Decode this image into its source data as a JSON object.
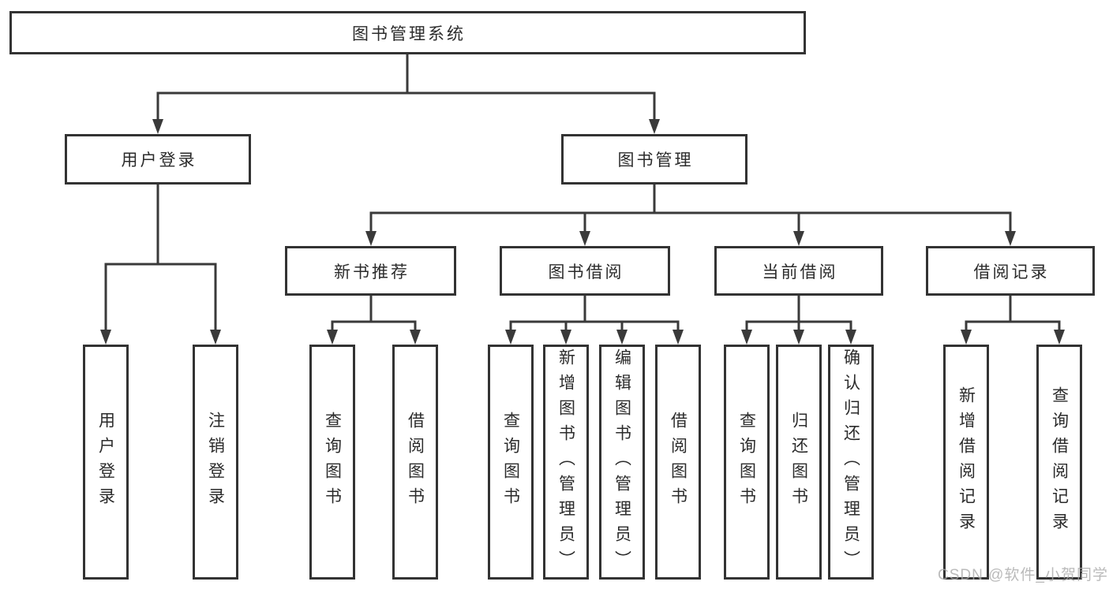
{
  "colors": {
    "line": "#3a3a3a",
    "box_border": "#333333",
    "box_fill": "#ffffff",
    "text": "#2b2b2b",
    "watermark": "#aaaaaa"
  },
  "tree": {
    "root": "图书管理系统",
    "branches": [
      {
        "label": "用户登录",
        "children": [
          "用户登录",
          "注销登录"
        ]
      },
      {
        "label": "图书管理",
        "groups": [
          {
            "label": "新书推荐",
            "children": [
              "查询图书",
              "借阅图书"
            ]
          },
          {
            "label": "图书借阅",
            "children": [
              "查询图书",
              "新增图书（管理员）",
              "编辑图书（管理员）",
              "借阅图书"
            ]
          },
          {
            "label": "当前借阅",
            "children": [
              "查询图书",
              "归还图书",
              "确认归还（管理员）"
            ]
          },
          {
            "label": "借阅记录",
            "children": [
              "新增借阅记录",
              "查询借阅记录"
            ]
          }
        ]
      }
    ]
  },
  "watermark": "CSDN @软件_小贺同学"
}
